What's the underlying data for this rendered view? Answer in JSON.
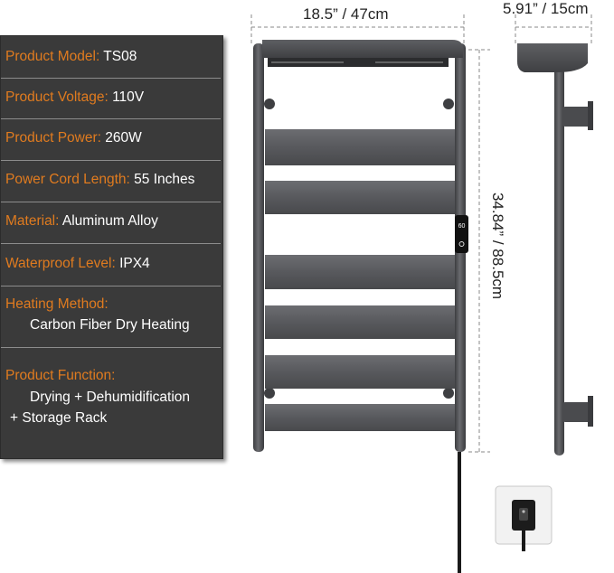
{
  "specs": [
    {
      "label": "Product Model:",
      "value": "TS08"
    },
    {
      "label": "Product Voltage:",
      "value": "110V"
    },
    {
      "label": "Product Power:",
      "value": "260W"
    },
    {
      "label": "Power Cord Length:",
      "value": "55 Inches"
    },
    {
      "label": "Material:",
      "value": "Aluminum Alloy"
    },
    {
      "label": "Waterproof Level:",
      "value": "IPX4"
    }
  ],
  "heating": {
    "label": "Heating Method:",
    "value": "Carbon Fiber Dry Heating"
  },
  "function": {
    "label": "Product Function:",
    "line1": "Drying + Dehumidification",
    "line2": "+ Storage Rack"
  },
  "dimensions": {
    "width": "18.5” / 47cm",
    "depth": "5.91” / 15cm",
    "height": "34.84” / 88.5cm"
  },
  "display": {
    "temperature": "60"
  },
  "colors": {
    "label": "#e07b1f",
    "panel": "#3a3a3a",
    "rack": "#5a5b5e"
  }
}
